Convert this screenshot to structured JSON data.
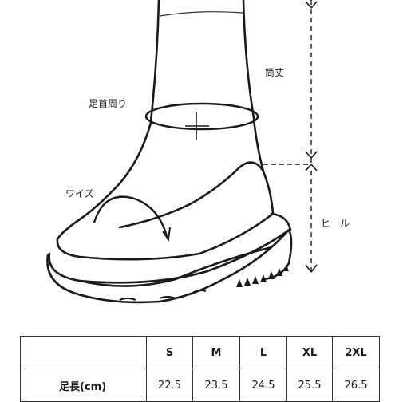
{
  "labels": {
    "shaft_height": "筒丈",
    "ankle_circumference": "足首周り",
    "width": "ワイズ",
    "heel": "ヒール"
  },
  "size_table": {
    "sizes": [
      "S",
      "M",
      "L",
      "XL",
      "2XL"
    ],
    "row_label": "足長(cm)",
    "values": [
      "22.5",
      "23.5",
      "24.5",
      "25.5",
      "26.5"
    ]
  }
}
